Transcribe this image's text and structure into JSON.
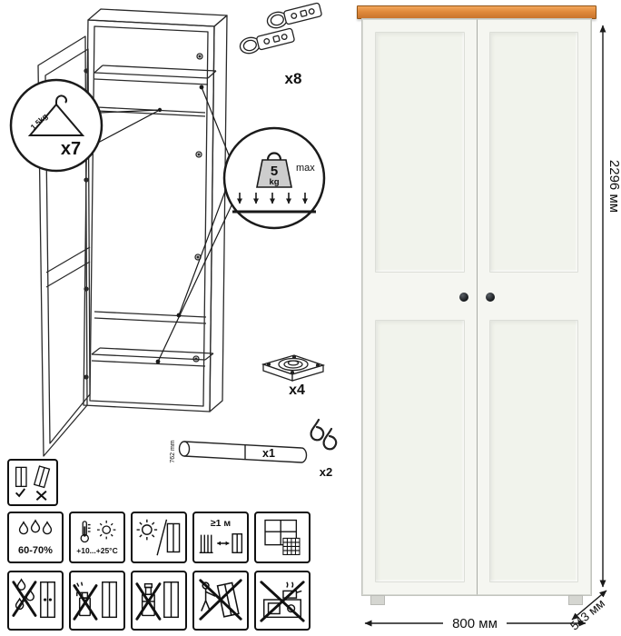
{
  "diagram": {
    "hanger_callout": {
      "count": "x7",
      "capacity_label": "1.5kg"
    },
    "load_callout": {
      "value": "5",
      "unit": "kg",
      "max_label": "max"
    },
    "hinges_count": "x8",
    "feet_count": "x4",
    "rod_count": "x1",
    "rod_length_label": "762 mm",
    "hooks_count": "x2"
  },
  "dimensions": {
    "height": "2296 мм",
    "width": "800 мм",
    "depth": "543 мм"
  },
  "care": {
    "humidity": "60-70%",
    "temperature": "+10...+25°C",
    "min_distance": "≥1 м"
  },
  "colors": {
    "trim_wood": "#e08a3c",
    "body_white": "#f5f6f1",
    "line": "#111111"
  }
}
